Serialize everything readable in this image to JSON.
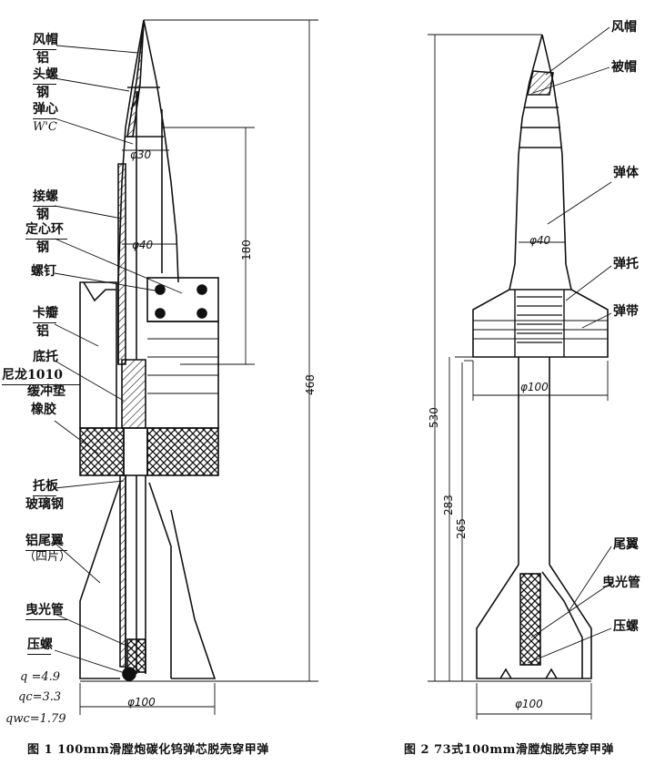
{
  "figure1": {
    "labels": {
      "fengmao": "风帽",
      "lv1": "铝",
      "toulu": "头螺",
      "gang1": "钢",
      "danxin": "弹心",
      "wc": "W'C",
      "jielu": "接螺",
      "gang2": "钢",
      "dingxinhuan": "定心环",
      "gang3": "钢",
      "luoding": "螺钉",
      "kaban": "卡瓣",
      "lv2": "铝",
      "ditu": "底托",
      "nilong": "尼龙1010",
      "huanchongdian": "缓冲垫",
      "xiangjiao": "橡胶",
      "tuoban": "托板",
      "boligang": "玻璃钢",
      "lvweiyi": "铝尾翼",
      "sipian": "（四片）",
      "yeguangguan": "曳光管",
      "yalu": "压螺"
    },
    "dims": {
      "d30": "φ30",
      "d40": "φ40",
      "l180": "180",
      "l468": "468",
      "d100": "φ100"
    },
    "specs": {
      "q": "q =4.9",
      "qc": "qc=3.3",
      "qwc": "qwc=1.79"
    },
    "caption": "图 1   100mm滑膛炮碳化钨弹芯脱壳穿甲弹"
  },
  "figure2": {
    "labels": {
      "fengmao": "风帽",
      "beimao": "被帽",
      "danti": "弹体",
      "dantuo": "弹托",
      "dandai": "弹带",
      "weiyi": "尾翼",
      "yeguangguan": "曳光管",
      "yalu": "压螺"
    },
    "dims": {
      "d40": "φ40",
      "d100a": "φ100",
      "l530": "530",
      "l283": "283",
      "l265": "265",
      "d100b": "φ100"
    },
    "caption": "图 2   73式100mm滑膛炮脱壳穿甲弹"
  }
}
